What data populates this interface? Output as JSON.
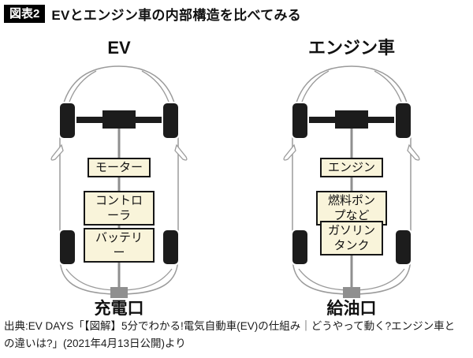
{
  "header": {
    "tag": "図表2",
    "title": "EVとエンジン車の内部構造を比べてみる"
  },
  "panels": [
    {
      "heading": "EV",
      "labels": [
        "モーター",
        "コントローラ",
        "バッテリー"
      ],
      "port_label": "充電口"
    },
    {
      "heading": "エンジン車",
      "labels": [
        "エンジン",
        "燃料ポンプなど",
        "ガソリン\nタンク"
      ],
      "port_label": "給油口"
    }
  ],
  "source": {
    "line1": "出典:EV DAYS「【図解】5分でわかる!電気自動車(EV)の仕組み｜どうやって動く?エンジン車と",
    "line2": "の違いは?」(2021年4月13日公開)より"
  },
  "colors": {
    "label_fill": "#f9f4da",
    "label_border": "#161616",
    "dark_parts": "#1c1c1c",
    "gray_line": "#8f8f8f",
    "body_outline": "#9b9b9b",
    "tag_background": "#000000",
    "tag_text": "#ffffff"
  }
}
